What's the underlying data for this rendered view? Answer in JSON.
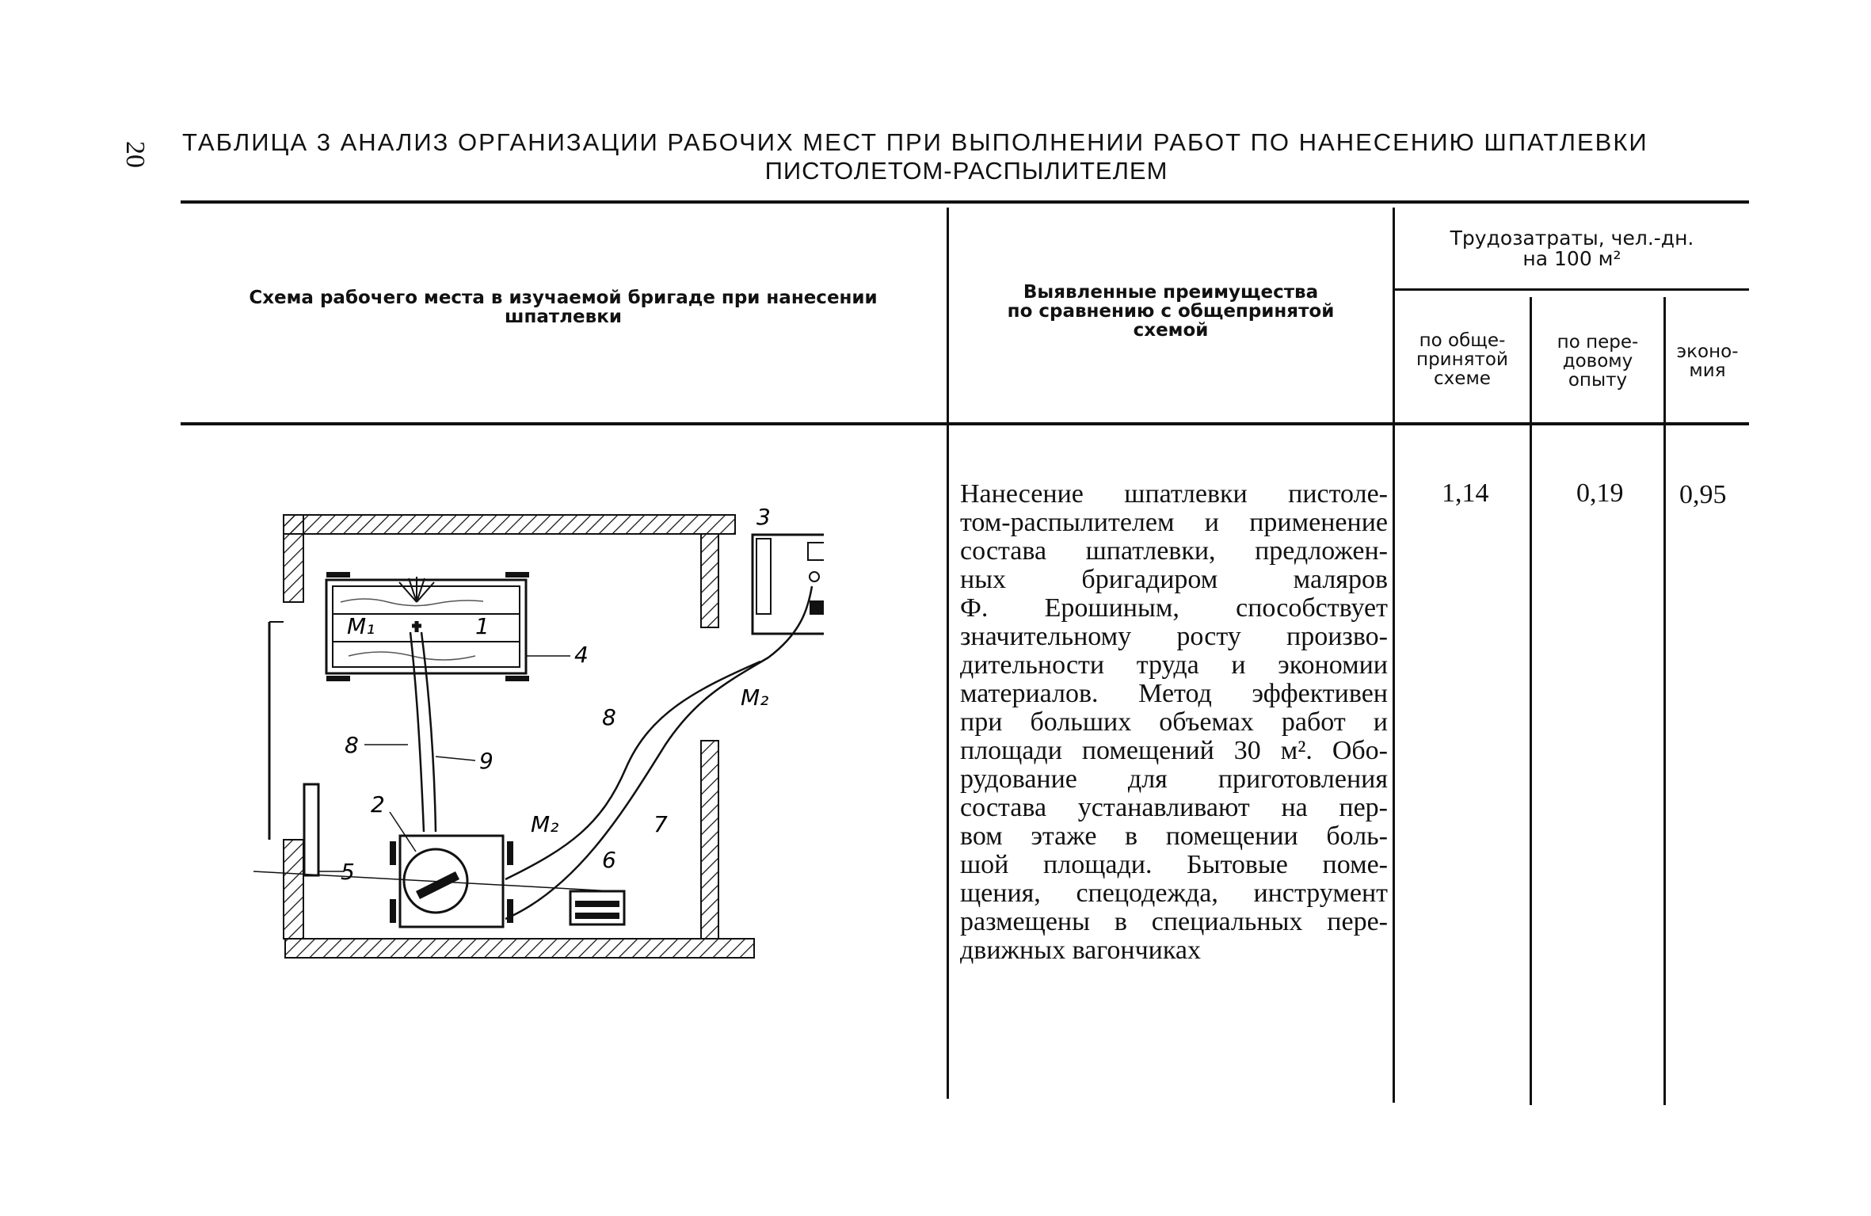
{
  "page_number": "20",
  "title": {
    "line1": "ТАБЛИЦА 3 АНАЛИЗ ОРГАНИЗАЦИИ РАБОЧИХ МЕСТ ПРИ ВЫПОЛНЕНИИ РАБОТ ПО НАНЕСЕНИЮ ШПАТЛЕВКИ",
    "line2": "ПИСТОЛЕТОМ-РАСПЫЛИТЕЛЕМ"
  },
  "headers": {
    "scheme_line1": "Схема рабочего места в изучаемой бригаде при нанесении",
    "scheme_line2": "шпатлевки",
    "advantages_line1": "Выявленные преимущества",
    "advantages_line2": "по сравнению с общепринятой",
    "advantages_line3": "схемой",
    "labor_line1": "Трудозатраты, чел.-дн.",
    "labor_line2": "на 100 м²",
    "sub1_line1": "по обще-",
    "sub1_line2": "принятой",
    "sub1_line3": "схеме",
    "sub2_line1": "по пере-",
    "sub2_line2": "довому",
    "sub2_line3": "опыту",
    "sub3_line1": "эконо-",
    "sub3_line2": "мия"
  },
  "row": {
    "text_lines": [
      "Нанесение шпатлевки пистоле-",
      "том-распылителем и применение",
      "состава шпатлевки, предложен-",
      "ных бригадиром маляров",
      "Ф. Ерошиным, способствует",
      "значительному росту произво-",
      "дительности труда и экономии",
      "материалов. Метод эффективен",
      "при больших объемах работ и",
      "площади помещений 30 м². Обо-",
      "рудование для приготовления",
      "состава устанавливают на пер-",
      "вом этаже в помещении боль-",
      "шой площади. Бытовые поме-",
      "щения, спецодежда, инструмент",
      "размещены в специальных пере-",
      "движных вагончиках"
    ],
    "value_general": "1,14",
    "value_advanced": "0,19",
    "value_economy": "0,95"
  },
  "diagram_labels": {
    "l1": "1",
    "l2": "2",
    "l3": "3",
    "l4": "4",
    "l5": "5",
    "l6": "6",
    "l7": "7",
    "l8a": "8",
    "l8b": "8",
    "l9": "9",
    "m1": "M₁",
    "m2a": "M₂",
    "m2b": "M₂"
  }
}
